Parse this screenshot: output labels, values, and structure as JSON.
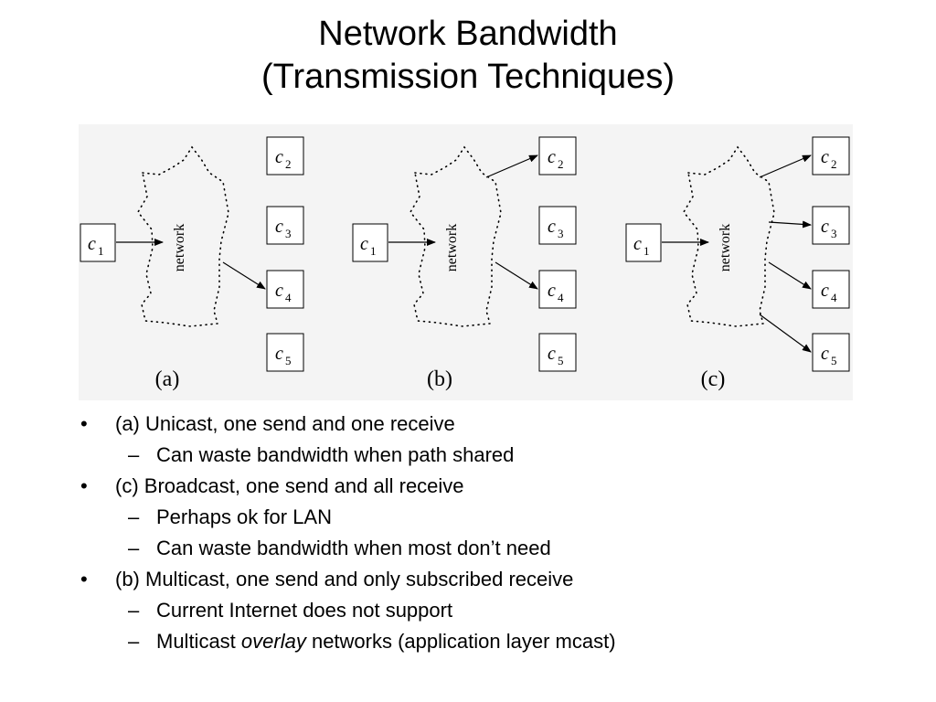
{
  "slide": {
    "title_line1": "Network Bandwidth",
    "title_line2": "(Transmission Techniques)"
  },
  "diagram": {
    "network_label": "network",
    "panels": [
      {
        "id": "a",
        "caption": "(a)",
        "sender": "c1",
        "targets": [
          "c4"
        ]
      },
      {
        "id": "b",
        "caption": "(b)",
        "sender": "c1",
        "targets": [
          "c2",
          "c4"
        ]
      },
      {
        "id": "c",
        "caption": "(c)",
        "sender": "c1",
        "targets": [
          "c2",
          "c3",
          "c4",
          "c5"
        ]
      }
    ],
    "node_letter": "c",
    "sender_index": "1",
    "receiver_indices": [
      "2",
      "3",
      "4",
      "5"
    ]
  },
  "bullets": [
    {
      "text": "(a) Unicast, one send and one receive",
      "subs": [
        {
          "parts": [
            {
              "text": "Can waste bandwidth when path shared",
              "italic": false
            }
          ]
        }
      ]
    },
    {
      "text": "(c) Broadcast, one send and all receive",
      "subs": [
        {
          "parts": [
            {
              "text": "Perhaps ok for LAN",
              "italic": false
            }
          ]
        },
        {
          "parts": [
            {
              "text": "Can waste bandwidth when most don’t need",
              "italic": false
            }
          ]
        }
      ]
    },
    {
      "text": "(b) Multicast, one send and only subscribed receive",
      "subs": [
        {
          "parts": [
            {
              "text": "Current Internet does not support",
              "italic": false
            }
          ]
        },
        {
          "parts": [
            {
              "text": "Multicast ",
              "italic": false
            },
            {
              "text": "overlay",
              "italic": true
            },
            {
              "text": " networks (application layer mcast)",
              "italic": false
            }
          ]
        }
      ]
    }
  ],
  "markers": {
    "bullet": "•",
    "dash": "–"
  }
}
